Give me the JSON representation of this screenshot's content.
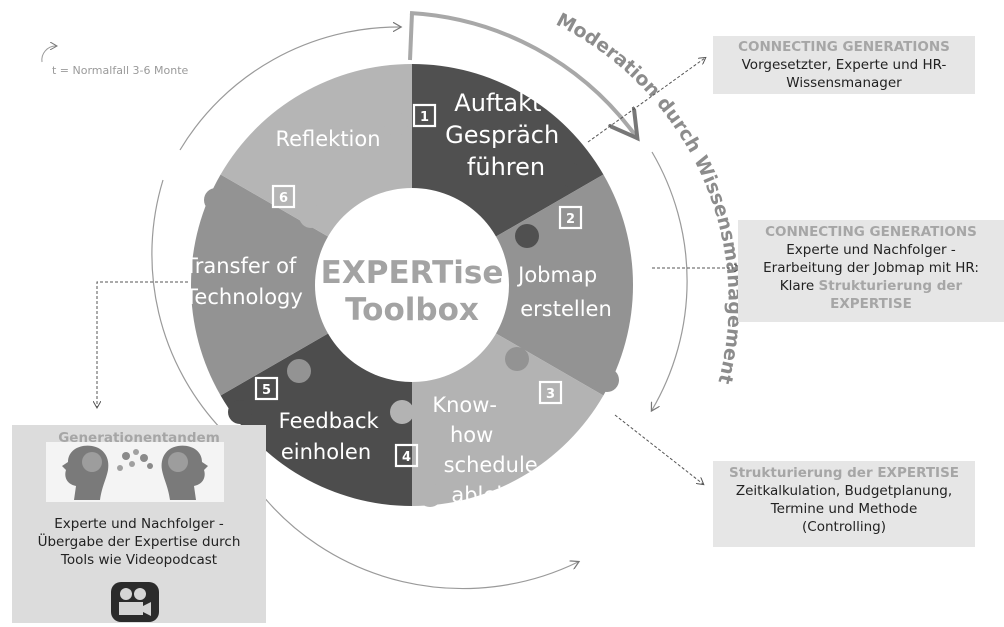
{
  "time_note": "t = Normalfall  3-6 Monte",
  "arc_label": "Moderation durch Wissensmanagement",
  "center": {
    "line1": "EXPERTise",
    "line2": "Toolbox"
  },
  "segments": [
    {
      "number": "1",
      "lines": [
        "Auftakt-",
        "Gespräch",
        "führen"
      ],
      "color": "#505050"
    },
    {
      "number": "2",
      "lines": [
        "Jobmap",
        "erstellen"
      ],
      "color": "#939393"
    },
    {
      "number": "3",
      "lines": [
        "Know-",
        "how",
        "schedule",
        "ableiten"
      ],
      "color": "#b3b3b3"
    },
    {
      "number": "4",
      "lines": [
        "Feedback",
        "einholen"
      ],
      "color": "#4d4d4d"
    },
    {
      "number": "5",
      "lines": [
        "Transfer of",
        "Technology"
      ],
      "color": "#939393"
    },
    {
      "number": "6",
      "lines": [
        "Reflektion"
      ],
      "color": "#b5b5b5"
    }
  ],
  "boxes": {
    "top_right": {
      "header": "CONNECTING GENERATIONS",
      "body": "Vorgesetzter, Experte und HR-Wissensmanager"
    },
    "mid_right": {
      "header": "CONNECTING GENERATIONS",
      "body_line1": "Experte und Nachfolger -",
      "body_line2": "Erarbeitung der Jobmap mit HR:",
      "body_plain": "Klare ",
      "body_highlight": "Strukturierung der EXPERTISE"
    },
    "bottom_right": {
      "header": "Strukturierung der EXPERTISE",
      "body_line1": "Zeitkalkulation, Budgetplanung,",
      "body_line2": "Termine und Methode",
      "body_line3": "(Controlling)"
    },
    "bottom_left": {
      "header": "Generationentandem",
      "body": "Experte und Nachfolger - Übergabe der Expertise durch Tools wie Videopodcast"
    }
  },
  "icons": {
    "heads": "two-heads-exchanging-gears-image",
    "camera": "video-camera-icon",
    "cycle": "cycle-arrow-icon"
  }
}
